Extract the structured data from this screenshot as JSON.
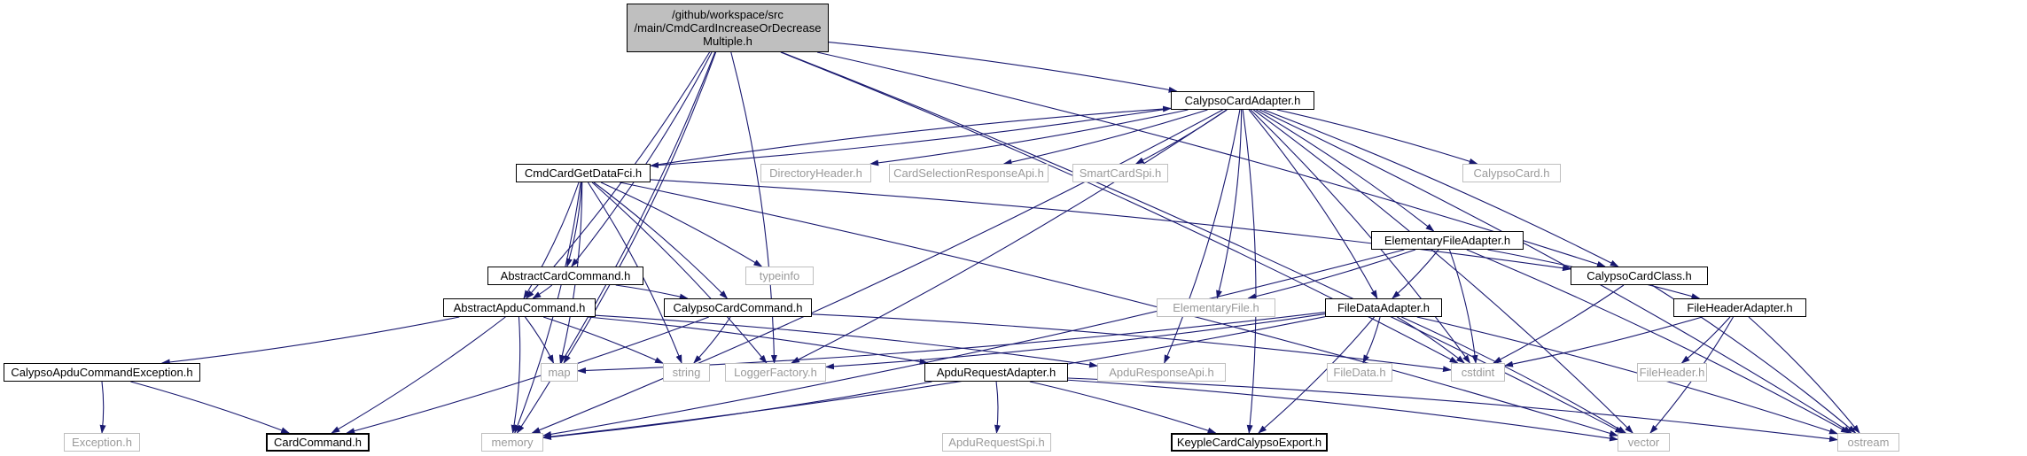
{
  "diagram": {
    "nodes": [
      {
        "id": "root",
        "label": "/github/workspace/src\n/main/CmdCardIncreaseOrDecrease\nMultiple.h",
        "style": "root"
      },
      {
        "id": "cca",
        "label": "CalypsoCardAdapter.h",
        "style": "local"
      },
      {
        "id": "cgdf",
        "label": "CmdCardGetDataFci.h",
        "style": "local"
      },
      {
        "id": "dirh",
        "label": "DirectoryHeader.h",
        "style": "system"
      },
      {
        "id": "csra",
        "label": "CardSelectionResponseApi.h",
        "style": "system"
      },
      {
        "id": "scs",
        "label": "SmartCardSpi.h",
        "style": "system"
      },
      {
        "id": "ccard",
        "label": "CalypsoCard.h",
        "style": "system"
      },
      {
        "id": "acc",
        "label": "AbstractCardCommand.h",
        "style": "local"
      },
      {
        "id": "typeinfo",
        "label": "typeinfo",
        "style": "system"
      },
      {
        "id": "efa",
        "label": "ElementaryFileAdapter.h",
        "style": "local"
      },
      {
        "id": "ccc",
        "label": "CalypsoCardClass.h",
        "style": "local"
      },
      {
        "id": "aac",
        "label": "AbstractApduCommand.h",
        "style": "local"
      },
      {
        "id": "calcc",
        "label": "CalypsoCardCommand.h",
        "style": "local"
      },
      {
        "id": "ef",
        "label": "ElementaryFile.h",
        "style": "system"
      },
      {
        "id": "fda",
        "label": "FileDataAdapter.h",
        "style": "local"
      },
      {
        "id": "fha",
        "label": "FileHeaderAdapter.h",
        "style": "local"
      },
      {
        "id": "cace",
        "label": "CalypsoApduCommandException.h",
        "style": "local"
      },
      {
        "id": "map",
        "label": "map",
        "style": "system"
      },
      {
        "id": "string",
        "label": "string",
        "style": "system"
      },
      {
        "id": "lf",
        "label": "LoggerFactory.h",
        "style": "system"
      },
      {
        "id": "ara",
        "label": "ApduRequestAdapter.h",
        "style": "local"
      },
      {
        "id": "arsa",
        "label": "ApduResponseApi.h",
        "style": "system"
      },
      {
        "id": "fd",
        "label": "FileData.h",
        "style": "system"
      },
      {
        "id": "cstdint",
        "label": "cstdint",
        "style": "system"
      },
      {
        "id": "fh",
        "label": "FileHeader.h",
        "style": "system"
      },
      {
        "id": "exc",
        "label": "Exception.h",
        "style": "system"
      },
      {
        "id": "cc",
        "label": "CardCommand.h",
        "style": "local"
      },
      {
        "id": "memory",
        "label": "memory",
        "style": "system"
      },
      {
        "id": "arspi",
        "label": "ApduRequestSpi.h",
        "style": "system"
      },
      {
        "id": "kcce",
        "label": "KeypleCardCalypsoExport.h",
        "style": "local"
      },
      {
        "id": "vector",
        "label": "vector",
        "style": "system"
      },
      {
        "id": "ostream",
        "label": "ostream",
        "style": "system"
      }
    ],
    "edges": [
      [
        "root",
        "cca"
      ],
      [
        "root",
        "ccc"
      ],
      [
        "root",
        "acc"
      ],
      [
        "root",
        "aac"
      ],
      [
        "root",
        "lf"
      ],
      [
        "root",
        "map"
      ],
      [
        "root",
        "memory"
      ],
      [
        "root",
        "vector"
      ],
      [
        "root",
        "cstdint"
      ],
      [
        "cca",
        "cgdf"
      ],
      [
        "cca",
        "dirh"
      ],
      [
        "cca",
        "csra"
      ],
      [
        "cca",
        "scs"
      ],
      [
        "cca",
        "ccard"
      ],
      [
        "cca",
        "ccc"
      ],
      [
        "cca",
        "efa"
      ],
      [
        "cca",
        "ef"
      ],
      [
        "cca",
        "fda"
      ],
      [
        "cca",
        "arsa"
      ],
      [
        "cca",
        "kcce"
      ],
      [
        "cca",
        "cstdint"
      ],
      [
        "cca",
        "memory"
      ],
      [
        "cca",
        "vector"
      ],
      [
        "cca",
        "ostream"
      ],
      [
        "cca",
        "lf"
      ],
      [
        "cgdf",
        "cca"
      ],
      [
        "cgdf",
        "acc"
      ],
      [
        "cgdf",
        "aac"
      ],
      [
        "cgdf",
        "calcc"
      ],
      [
        "cgdf",
        "typeinfo"
      ],
      [
        "cgdf",
        "ccc"
      ],
      [
        "cgdf",
        "map"
      ],
      [
        "cgdf",
        "memory"
      ],
      [
        "cgdf",
        "string"
      ],
      [
        "cgdf",
        "lf"
      ],
      [
        "cgdf",
        "vector"
      ],
      [
        "acc",
        "aac"
      ],
      [
        "acc",
        "calcc"
      ],
      [
        "aac",
        "cace"
      ],
      [
        "aac",
        "cc"
      ],
      [
        "aac",
        "map"
      ],
      [
        "aac",
        "string"
      ],
      [
        "aac",
        "memory"
      ],
      [
        "aac",
        "ara"
      ],
      [
        "aac",
        "arsa"
      ],
      [
        "calcc",
        "cc"
      ],
      [
        "calcc",
        "string"
      ],
      [
        "calcc",
        "cstdint"
      ],
      [
        "efa",
        "ef"
      ],
      [
        "efa",
        "fda"
      ],
      [
        "efa",
        "fha"
      ],
      [
        "efa",
        "cstdint"
      ],
      [
        "efa",
        "ostream"
      ],
      [
        "efa",
        "memory"
      ],
      [
        "ccc",
        "cstdint"
      ],
      [
        "ccc",
        "ostream"
      ],
      [
        "fda",
        "map"
      ],
      [
        "fda",
        "lf"
      ],
      [
        "fda",
        "fd"
      ],
      [
        "fda",
        "cstdint"
      ],
      [
        "fda",
        "kcce"
      ],
      [
        "fda",
        "vector"
      ],
      [
        "fda",
        "ostream"
      ],
      [
        "fda",
        "memory"
      ],
      [
        "fha",
        "cstdint"
      ],
      [
        "fha",
        "fh"
      ],
      [
        "fha",
        "vector"
      ],
      [
        "fha",
        "ostream"
      ],
      [
        "cace",
        "exc"
      ],
      [
        "cace",
        "cc"
      ],
      [
        "ara",
        "arspi"
      ],
      [
        "ara",
        "kcce"
      ],
      [
        "ara",
        "memory"
      ],
      [
        "ara",
        "vector"
      ],
      [
        "ara",
        "ostream"
      ]
    ]
  }
}
